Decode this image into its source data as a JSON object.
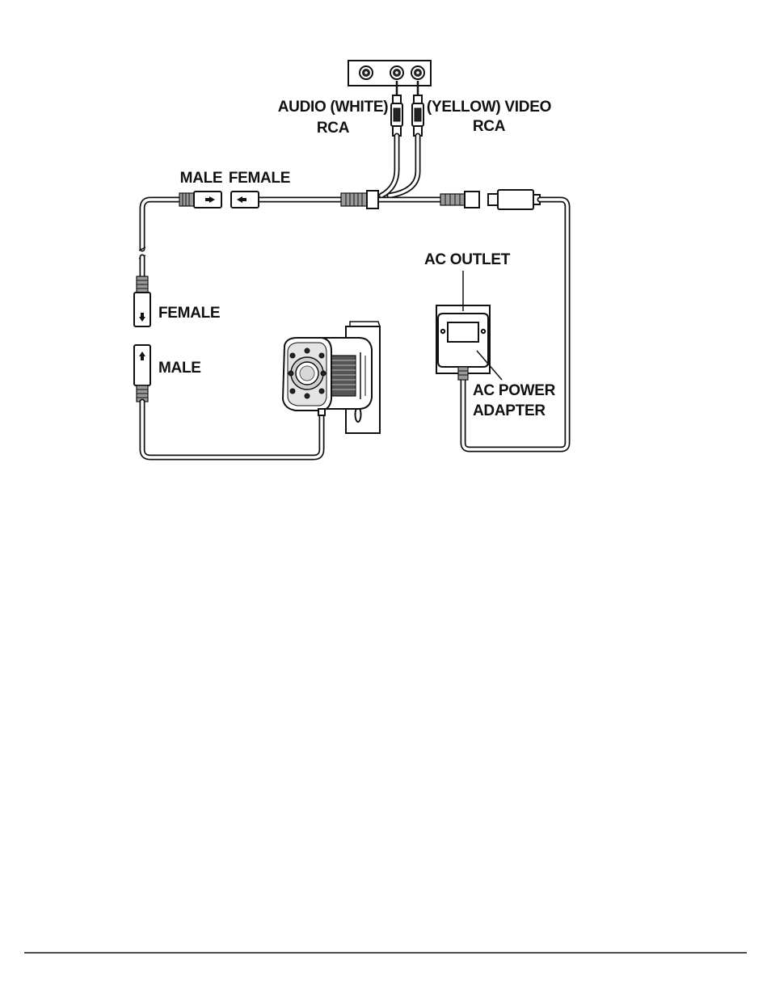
{
  "labels": {
    "audio_line1": "AUDIO (WHITE)",
    "audio_line2": "RCA",
    "video_line1": "(YELLOW) VIDEO",
    "video_line2": "RCA",
    "male_top": "MALE",
    "female_top": "FEMALE",
    "female_left": "FEMALE",
    "male_left": "MALE",
    "ac_outlet": "AC OUTLET",
    "adapter_line1": "AC POWER",
    "adapter_line2": "ADAPTER"
  }
}
